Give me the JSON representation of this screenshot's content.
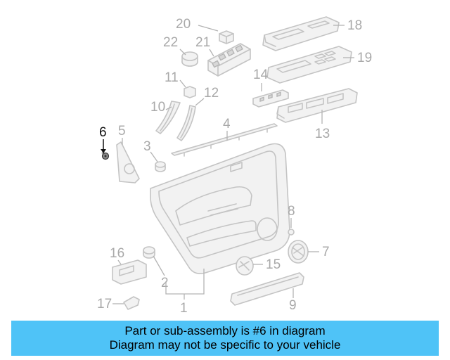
{
  "diagram": {
    "callouts": [
      {
        "id": "1",
        "label": "1"
      },
      {
        "id": "2",
        "label": "2"
      },
      {
        "id": "3",
        "label": "3"
      },
      {
        "id": "4",
        "label": "4"
      },
      {
        "id": "5",
        "label": "5"
      },
      {
        "id": "6",
        "label": "6",
        "highlighted": true
      },
      {
        "id": "7",
        "label": "7"
      },
      {
        "id": "8",
        "label": "8"
      },
      {
        "id": "9",
        "label": "9"
      },
      {
        "id": "10",
        "label": "10"
      },
      {
        "id": "11",
        "label": "11"
      },
      {
        "id": "12",
        "label": "12"
      },
      {
        "id": "13",
        "label": "13"
      },
      {
        "id": "14",
        "label": "14"
      },
      {
        "id": "15",
        "label": "15"
      },
      {
        "id": "16",
        "label": "16"
      },
      {
        "id": "17",
        "label": "17"
      },
      {
        "id": "18",
        "label": "18"
      },
      {
        "id": "19",
        "label": "19"
      },
      {
        "id": "20",
        "label": "20"
      },
      {
        "id": "21",
        "label": "21"
      },
      {
        "id": "22",
        "label": "22"
      }
    ]
  },
  "banner": {
    "line1": "Part or sub-assembly is #6 in diagram",
    "line2": "Diagram may not be specific to your vehicle",
    "background": "#4fc3f7"
  }
}
